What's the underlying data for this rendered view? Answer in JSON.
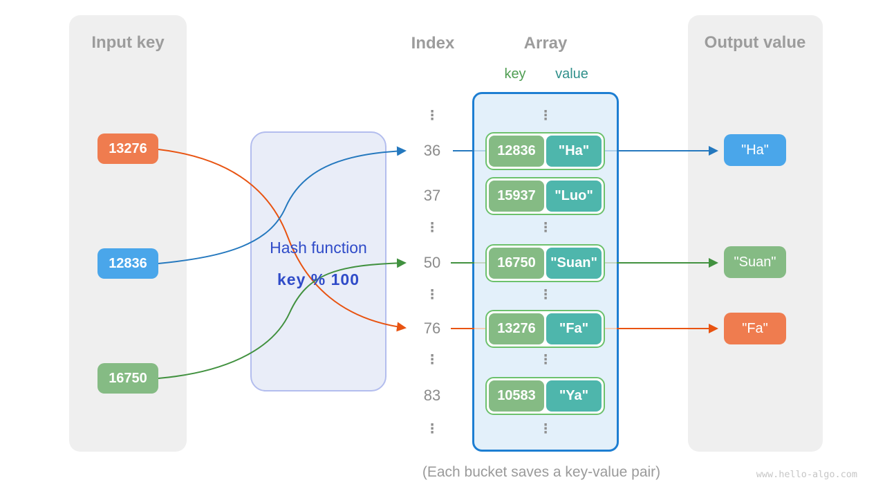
{
  "colors": {
    "panel_bg": "#efefef",
    "orange": "#ef7c4f",
    "blue": "#4aa6ea",
    "green": "#85bb84",
    "teal": "#4eb6ac",
    "arrow_blue": "#2478be",
    "arrow_green": "#41913f",
    "arrow_orange": "#e85311",
    "array_border": "#1d7ed2",
    "array_bg": "#e3f0fa",
    "bucket_border": "#6cc16c",
    "hash_bg": "#e9edf8",
    "hash_border": "#b3bdee",
    "hash_text": "#2f4bc8",
    "title_gray": "#9c9c9c"
  },
  "input_panel": {
    "title": "Input key",
    "items": [
      {
        "label": "13276",
        "color": "orange"
      },
      {
        "label": "12836",
        "color": "blue"
      },
      {
        "label": "16750",
        "color": "green"
      }
    ]
  },
  "hash_box": {
    "title": "Hash function",
    "formula": "key % 100"
  },
  "index_col": {
    "title": "Index",
    "rows": [
      "⋮",
      "36",
      "37",
      "⋮",
      "50",
      "⋮",
      "76",
      "⋮",
      "83",
      "⋮"
    ]
  },
  "array_box": {
    "title": "Array",
    "key_label": "key",
    "value_label": "value",
    "dots": "⋮",
    "buckets": [
      {
        "key": "12836",
        "value": "\"Ha\""
      },
      {
        "key": "15937",
        "value": "\"Luo\""
      },
      {
        "key": "16750",
        "value": "\"Suan\""
      },
      {
        "key": "13276",
        "value": "\"Fa\""
      },
      {
        "key": "10583",
        "value": "\"Ya\""
      }
    ]
  },
  "output_panel": {
    "title": "Output value",
    "items": [
      {
        "label": "\"Ha\"",
        "color": "blue"
      },
      {
        "label": "\"Suan\"",
        "color": "green"
      },
      {
        "label": "\"Fa\"",
        "color": "orange"
      }
    ]
  },
  "caption": "(Each bucket saves a key-value pair)",
  "watermark": "www.hello-algo.com"
}
